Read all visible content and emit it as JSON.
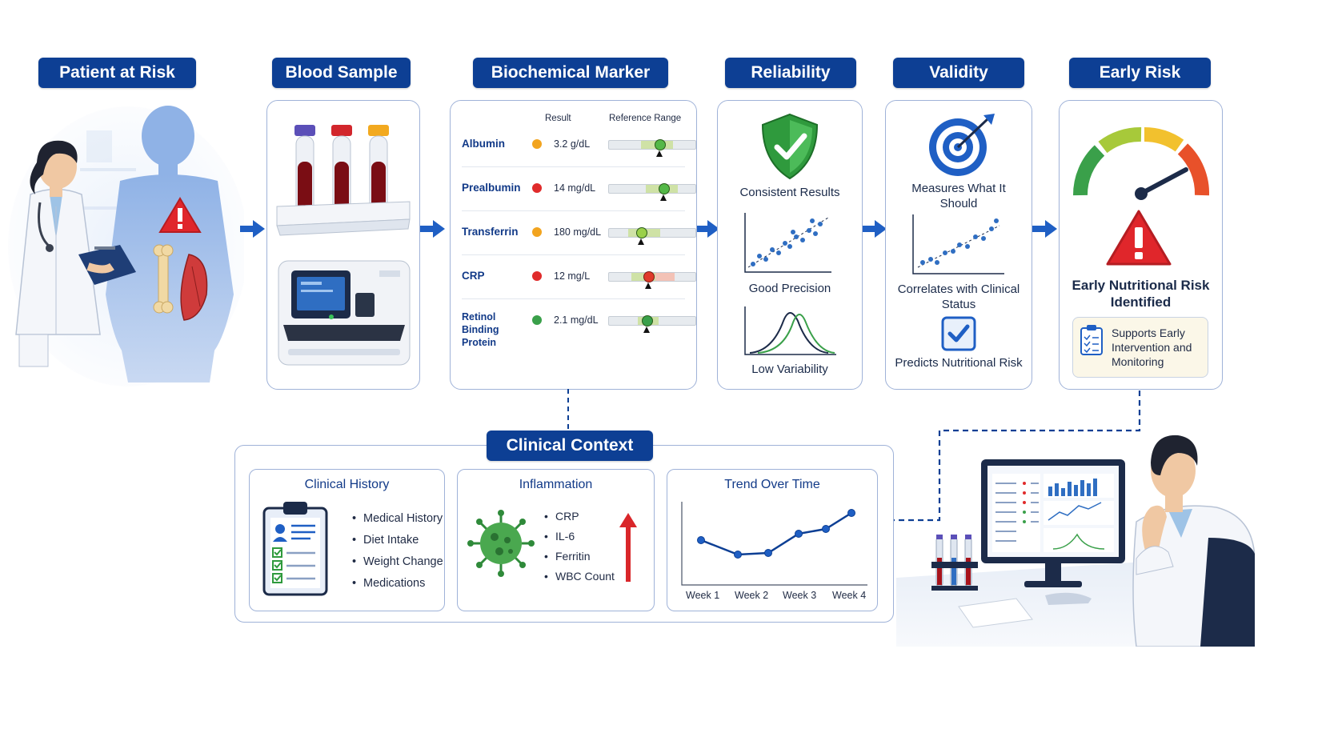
{
  "headers": {
    "patient": "Patient at Risk",
    "blood": "Blood Sample",
    "biochem": "Biochemical Marker",
    "reliability": "Reliability",
    "validity": "Validity",
    "early_risk": "Early Risk",
    "clinical_context": "Clinical Context"
  },
  "biochem_table": {
    "col_result": "Result",
    "col_range": "Reference Range",
    "markers": [
      {
        "name": "Albumin",
        "value": "3.2 g/dL",
        "status_color": "#f2a41f"
      },
      {
        "name": "Prealbumin",
        "value": "14 mg/dL",
        "status_color": "#e02b2b"
      },
      {
        "name": "Transferrin",
        "value": "180 mg/dL",
        "status_color": "#f2a41f"
      },
      {
        "name": "CRP",
        "value": "12 mg/L",
        "status_color": "#e02b2b"
      },
      {
        "name": "Retinol Binding Protein",
        "value": "2.1 mg/dL",
        "status_color": "#3aa04a"
      }
    ]
  },
  "reliability": {
    "consistent": "Consistent Results",
    "precision": "Good Precision",
    "variability": "Low Variability"
  },
  "validity": {
    "measures": "Measures What It Should",
    "correlates": "Correlates with Clinical Status",
    "predicts": "Predicts Nutritional Risk"
  },
  "early_risk": {
    "identified": "Early Nutritional Risk Identified",
    "supports": "Supports Early Intervention and Monitoring"
  },
  "clinical_history": {
    "title": "Clinical History",
    "items": [
      "Medical History",
      "Diet Intake",
      "Weight Change",
      "Medications"
    ]
  },
  "inflammation": {
    "title": "Inflammation",
    "items": [
      "CRP",
      "IL-6",
      "Ferritin",
      "WBC Count"
    ]
  },
  "trend": {
    "title": "Trend Over Time",
    "weeks": [
      "Week 1",
      "Week 2",
      "Week 3",
      "Week 4"
    ]
  },
  "colors": {
    "header_blue": "#0d3f94",
    "arrow_blue": "#1f5fc4",
    "panel_border": "#9fb2d8",
    "warning_red": "#e0262b",
    "check_green": "#2f9a3d"
  },
  "icons": [
    "doctor-illustration",
    "patient-body",
    "warning-icon",
    "bone-icon",
    "muscle-icon",
    "test-tubes",
    "analyzer-machine",
    "shield-check-icon",
    "scatter-plot",
    "bell-curves",
    "target-icon",
    "checkbox-icon",
    "gauge-icon",
    "clipboard-icon",
    "virus-icon",
    "up-arrow-icon",
    "clinician-at-computer"
  ]
}
